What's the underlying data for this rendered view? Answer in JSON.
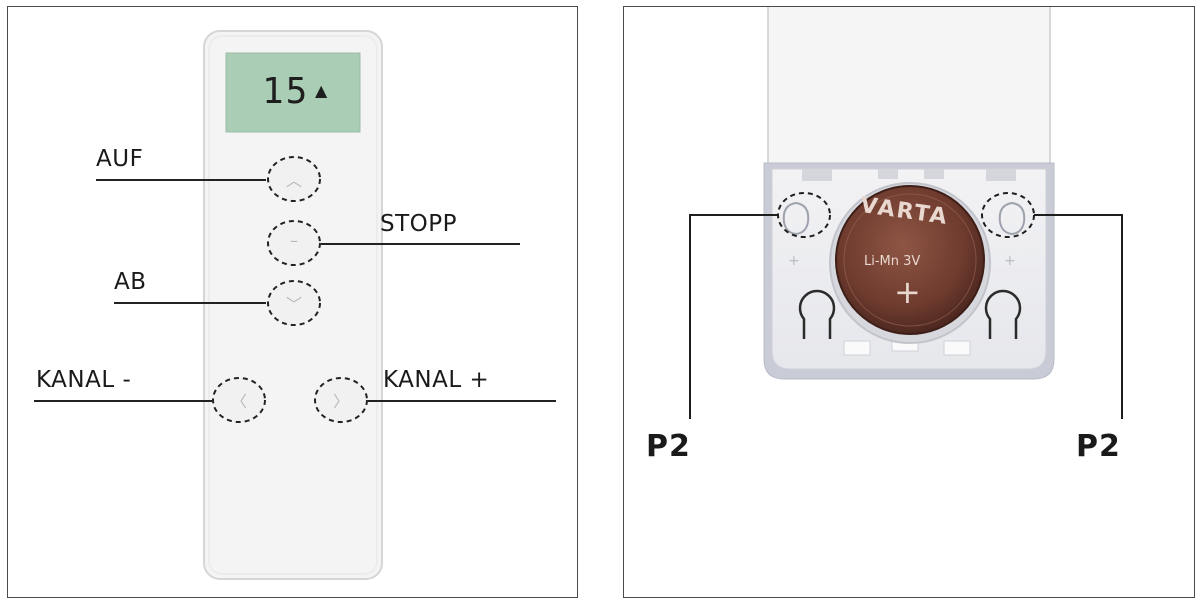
{
  "remote": {
    "display_value": "15",
    "display_arrow": "▲",
    "labels": {
      "up": "AUF",
      "stop": "STOPP",
      "down": "AB",
      "channel_minus": "KANAL -",
      "channel_plus": "KANAL +"
    },
    "button_icons": {
      "up": "chevron-up-icon",
      "stop": "minus-icon",
      "down": "chevron-down-icon",
      "left": "chevron-left-icon",
      "right": "chevron-right-icon"
    },
    "colors": {
      "lcd": "#a9cdb5",
      "body": "#f4f4f4"
    }
  },
  "battery_compartment": {
    "battery_brand": "VARTA",
    "battery_spec": "Li-Mn  3V",
    "battery_polarity": "+",
    "label_left": "P2",
    "label_right": "P2",
    "colors": {
      "battery": "#7a4536",
      "housing": "#d9dbe2"
    }
  }
}
